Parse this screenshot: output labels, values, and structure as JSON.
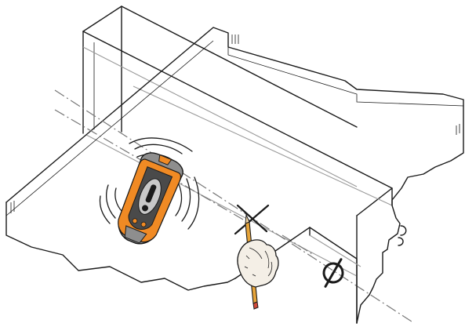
{
  "illustration": {
    "subject": "stud-finder-marking-joist",
    "colors": {
      "outline": "#1a1a1a",
      "hidden_edge": "#9a9a9a",
      "center_line": "#777777",
      "detector_orange": "#f08a24",
      "detector_grey": "#8e8e8e",
      "detector_dark": "#4a4a4a",
      "warning_badge": "#c8c8c8",
      "pencil_yellow": "#e6a43a",
      "hand_skin": "#f4efe6"
    },
    "icons": [
      "exclamation-icon",
      "centerline-symbol",
      "x-mark"
    ]
  }
}
